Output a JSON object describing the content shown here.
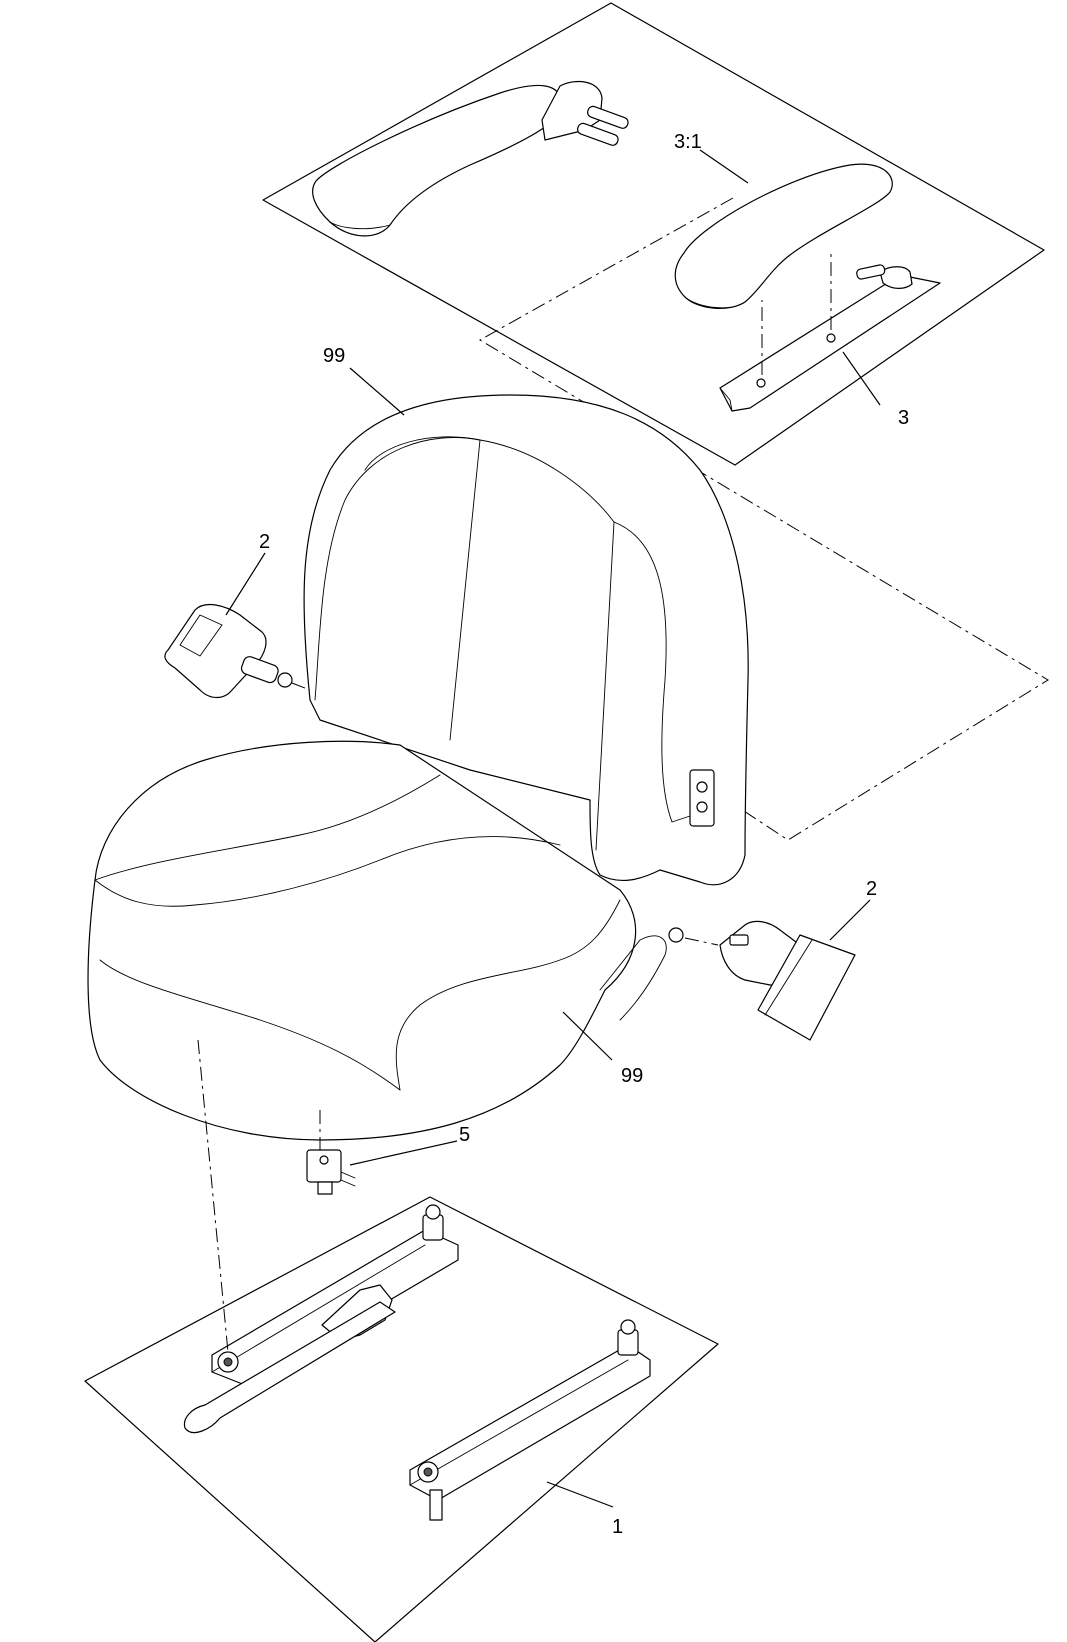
{
  "callouts": {
    "armrest_detail": "3:1",
    "armrest": "3",
    "seat_back": "99",
    "belt_latch_left": "2",
    "belt_buckle_right": "2",
    "seat_cushion": "99",
    "switch": "5",
    "slide_rails": "1"
  }
}
